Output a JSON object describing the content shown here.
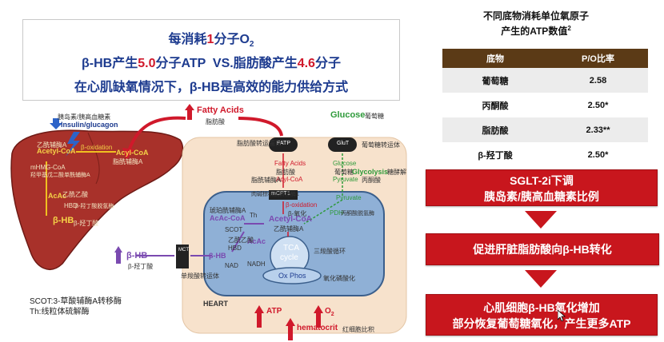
{
  "headline": {
    "line1_pre": "每消耗",
    "line1_num": "1",
    "line1_post": "分子O",
    "line1_sub": "2",
    "line2_a": "β-HB产生",
    "line2_num1": "5.0",
    "line2_b": "分子ATP  VS.脂肪酸产生",
    "line2_num2": "4.6",
    "line2_c": "分子",
    "line3": "在心肌缺氧情况下，β-HB是高效的能力供给方式"
  },
  "table": {
    "title_line1": "不同底物消耗单位氧原子",
    "title_line2": "产生的ATP数值",
    "title_sup": "2",
    "headers": [
      "底物",
      "P/O比率"
    ],
    "rows": [
      {
        "substrate": "葡萄糖",
        "ratio": "2.58"
      },
      {
        "substrate": "丙酮酸",
        "ratio": "2.50*"
      },
      {
        "substrate": "脂肪酸",
        "ratio": "2.33**"
      },
      {
        "substrate": "β-羟丁酸",
        "ratio": "2.50*"
      }
    ]
  },
  "flow": {
    "box1_line1": "SGLT-2i下调",
    "box1_line2": "胰岛素/胰高血糖素比例",
    "box2": "促进肝脏脂肪酸向β-HB转化",
    "box3_line1": "心肌细胞β-HB氧化增加",
    "box3_line2": "部分恢复葡萄糖氧化，产生更多ATP"
  },
  "diagram": {
    "fatty_acids": "Fatty Acids",
    "fatty_acids_cn": "脂肪酸",
    "glucose": "Glucose",
    "glucose_cn": "葡萄糖",
    "insulin_cn": "胰岛素/胰高血糖素",
    "insulin": "Insulin/glucagon",
    "acetyl_coa_liver": "Acetyl-CoA",
    "acetyl_coa_liver_cn": "乙酰辅酶A",
    "beta_ox_liver": "β-oxidation",
    "acyl_coa_liver": "Acyl-CoA",
    "acyl_coa_liver_cn": "脂酰辅酶A",
    "hmmg": "mHMG-CoA",
    "hmmg_cn": "羟甲基戊二酸单酰辅酶A",
    "acac_liver": "AcAc",
    "acac_liver_cn": "乙酰乙酸",
    "hbd_liver": "HBD",
    "hbd_liver_cn": "β-羟丁酸脱氢酶",
    "bhb_liver": "β-HB",
    "bhb_liver_cn": "β-羟丁酸",
    "bhb_mid": "β-HB",
    "bhb_mid_cn": "β-羟丁酸",
    "mct": "MCT",
    "mct_cn": "单羧酸转运体",
    "fatp": "FATP",
    "fatp_cn": "脂肪酸转运蛋白",
    "glut": "GluT",
    "glut_cn": "葡萄糖转运体",
    "fa_inner": "Fatty Acids",
    "fa_inner_cn": "脂肪酸",
    "acyl_coa_inner": "Acyl-CoA",
    "acyl_coa_inner_cn": "脂酰辅酶A",
    "mcpt1": "mCPT1",
    "mcpt1_cn": "肉碱棕榈酰转移酶1",
    "glucose_inner": "Glucose",
    "glucose_inner_cn": "葡萄糖",
    "glycolysis": "Glycolysis",
    "glycolysis_cn": "糖酵解",
    "pyruvate": "Pyruvate",
    "pyruvate_cn": "丙酮酸",
    "pyruvate2": "Pyruvate",
    "pdh": "PDH",
    "pdh_cn": "丙酮酸脱氢酶",
    "beta_ox": "β-oxidation",
    "beta_ox_cn": "β-氧化",
    "acetyl_coa": "Acetyl-CoA",
    "acetyl_coa_cn": "乙酰辅酶A",
    "acac_coa": "AcAc-CoA",
    "acac_coa_cn": "琥珀酰辅酶A",
    "th": "Th",
    "scot": "SCOT",
    "acac": "AcAc",
    "acac_cn": "乙酰乙酸",
    "hbd": "HBD",
    "nad": "NAD",
    "nadh": "NADH",
    "bhb_inner": "β-HB",
    "tca": "TCA",
    "tca_cycle": "cycle",
    "tca_cn": "三羧酸循环",
    "oxphos": "Ox Phos",
    "oxphos_cn": "氧化磷酸化",
    "heart": "HEART",
    "atp": "ATP",
    "o2": "O",
    "o2_sub": "2",
    "hematocrit": "hematocrit",
    "hematocrit_cn": "红细胞比积"
  },
  "notes": {
    "scot": "SCOT:3-草酸辅酶A转移酶",
    "th": "Th:线粒体硫解酶"
  },
  "colors": {
    "navy": "#1d3b8f",
    "red": "#d0192b",
    "flow_red": "#c8161d",
    "table_header": "#5b3a16",
    "liver": "#a8312a",
    "cell": "#f7e2cc",
    "mito": "#8fb0d6"
  }
}
